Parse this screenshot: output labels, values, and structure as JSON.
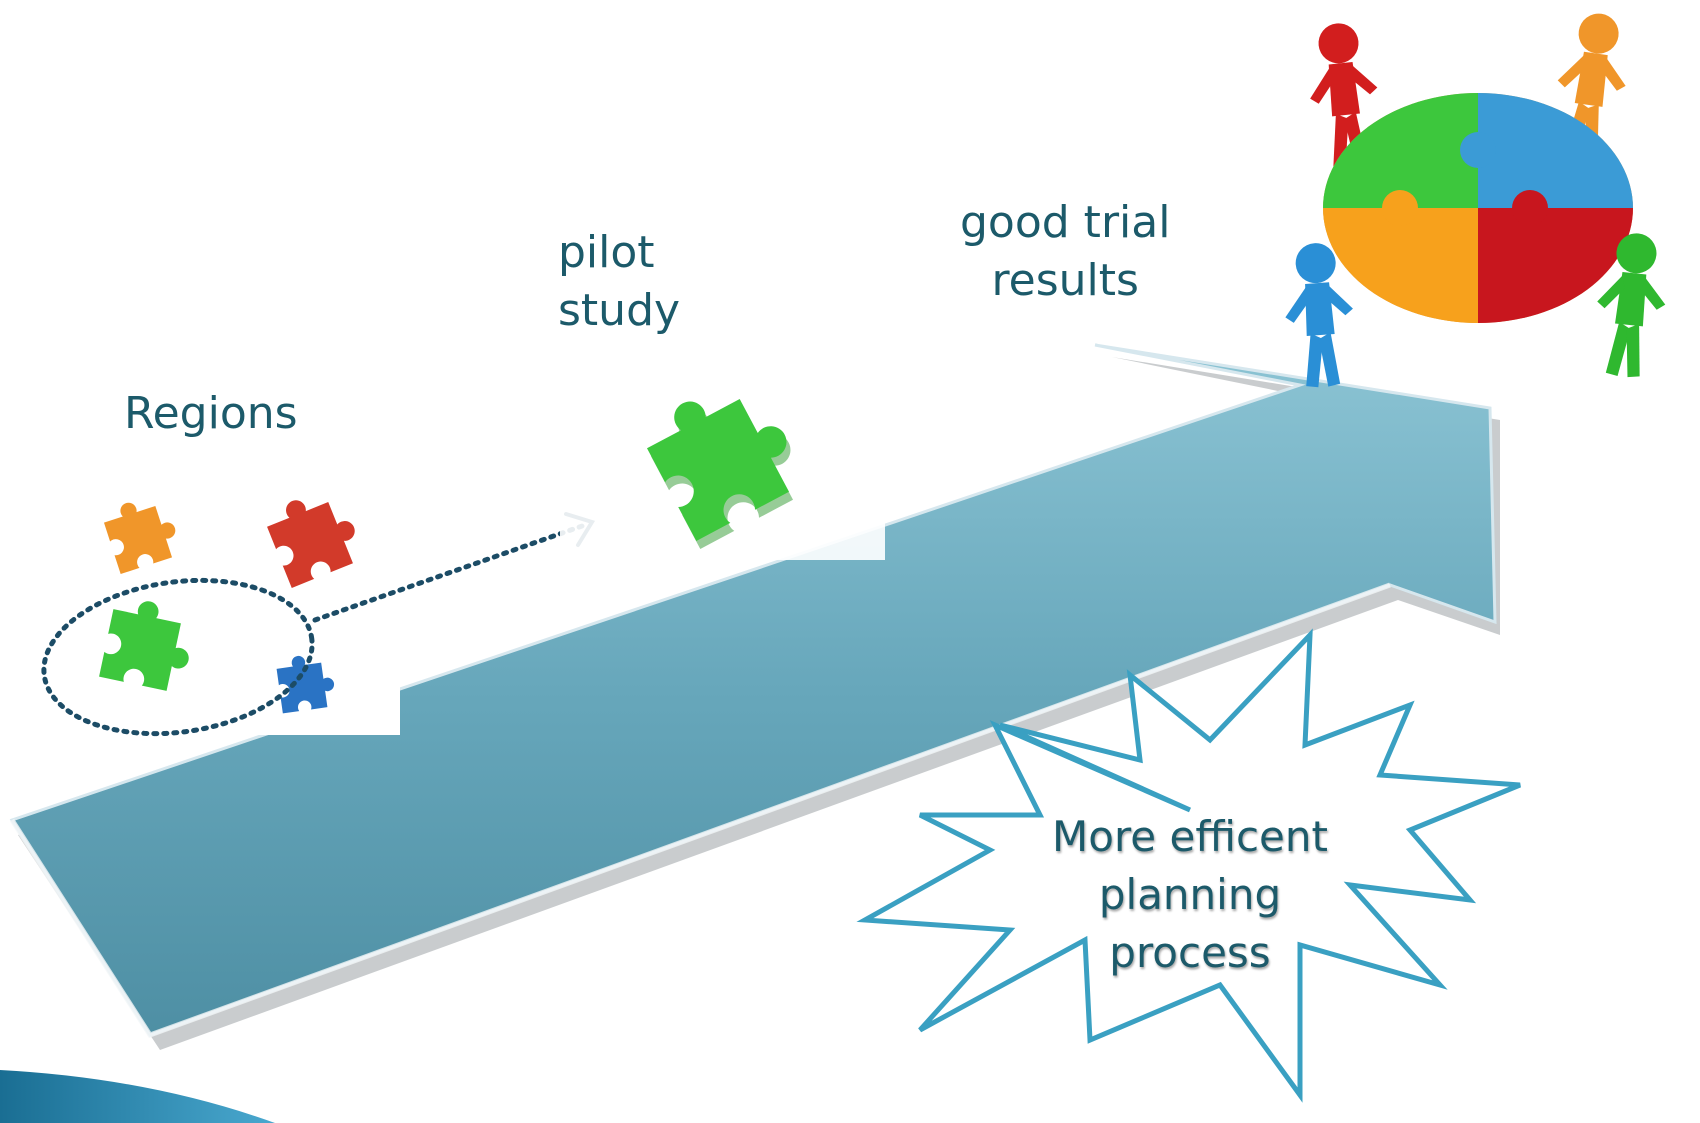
{
  "labels": {
    "regions": "Regions",
    "pilot_line1": "pilot",
    "pilot_line2": "study",
    "good_line1": "good trial",
    "good_line2": "results",
    "burst_line1": "More efficent",
    "burst_line2": "planning",
    "burst_line3": "process"
  },
  "colors": {
    "text": "#1c5a6a",
    "arrow": "#6aaabd",
    "burst_stroke": "#3aa0c2",
    "piece_green": "#3dc73d",
    "piece_red": "#d23a2a",
    "piece_orange": "#f0962a",
    "piece_blue": "#2a73c4",
    "corner_bar": "#1f7fa6"
  },
  "icons": {
    "pieces_cluster": "puzzle-pieces-icon",
    "single_piece": "green-puzzle-piece-icon",
    "team": "team-assembling-puzzle-icon"
  }
}
